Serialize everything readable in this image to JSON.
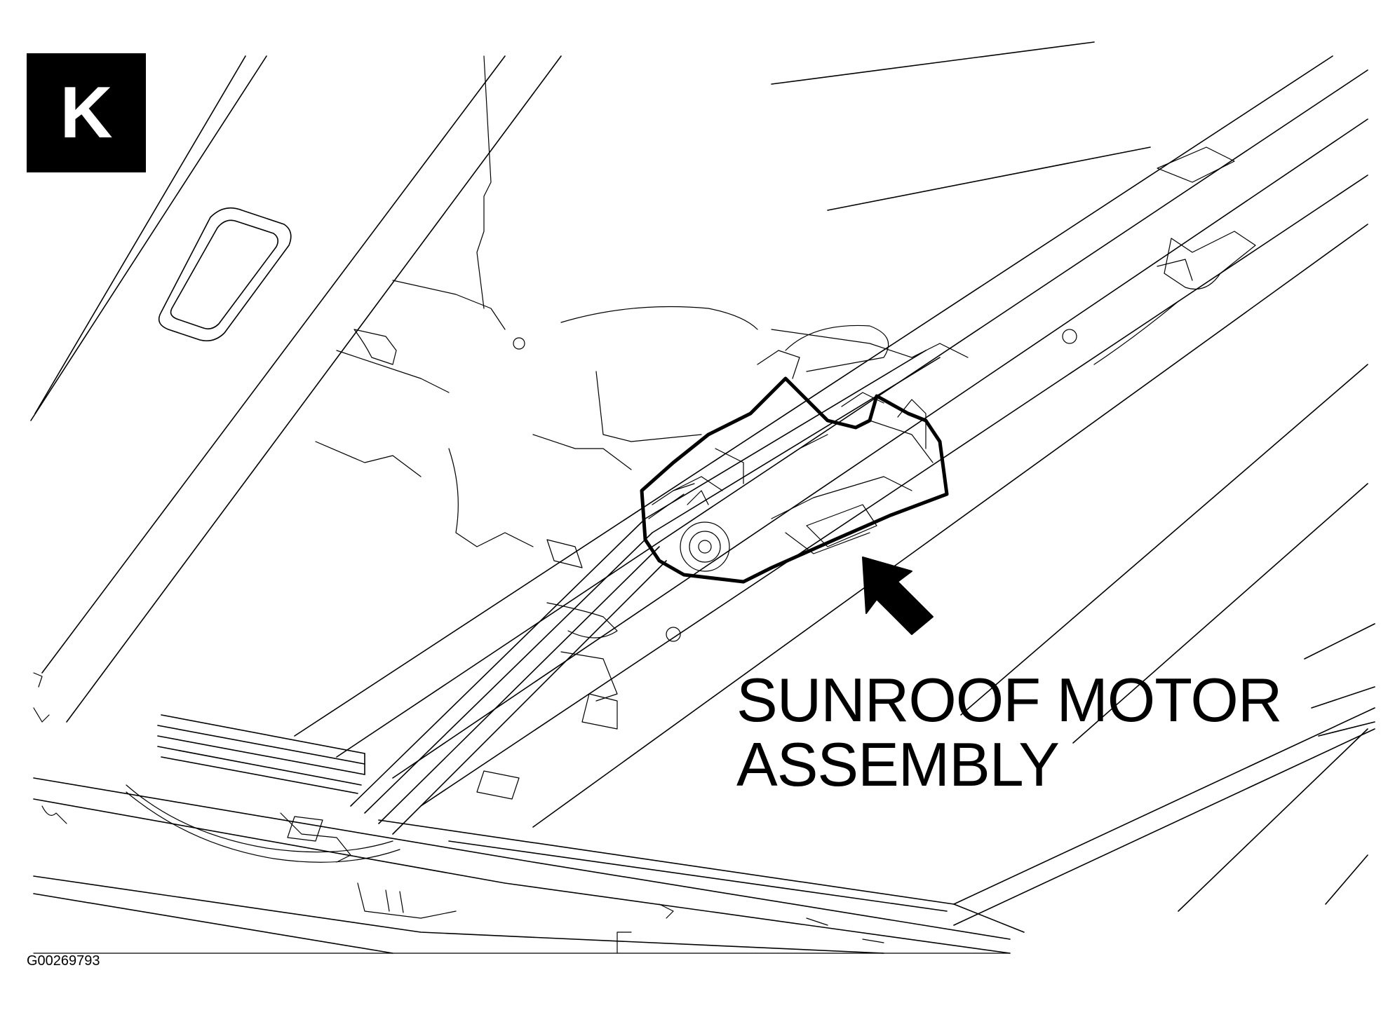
{
  "panel": {
    "label": "K"
  },
  "callout": {
    "line1": "SUNROOF MOTOR",
    "line2": "ASSEMBLY"
  },
  "figure_id": "G00269793",
  "colors": {
    "ink": "#000000",
    "paper": "#ffffff"
  },
  "icons": {
    "pointer": "arrow-icon"
  }
}
